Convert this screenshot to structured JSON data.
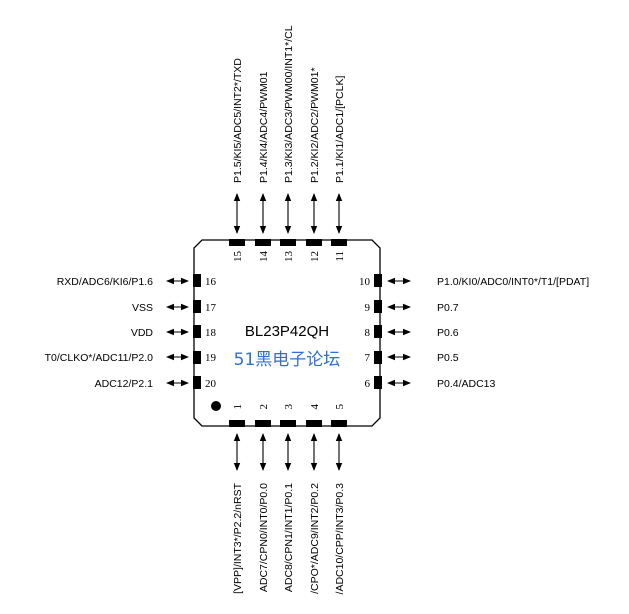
{
  "chip": {
    "name": "BL23P42QH",
    "watermark": "51黑电子论坛"
  },
  "pins_left": [
    {
      "number": "16",
      "label": "RXD/ADC6/KI6/P1.6"
    },
    {
      "number": "17",
      "label": "VSS"
    },
    {
      "number": "18",
      "label": "VDD"
    },
    {
      "number": "19",
      "label": "T0/CLKO*/ADC11/P2.0"
    },
    {
      "number": "20",
      "label": "ADC12/P2.1"
    }
  ],
  "pins_right": [
    {
      "number": "10",
      "label": "P1.0/KI0/ADC0/INT0*/T1/[PDAT]"
    },
    {
      "number": "9",
      "label": "P0.7"
    },
    {
      "number": "8",
      "label": "P0.6"
    },
    {
      "number": "7",
      "label": "P0.5"
    },
    {
      "number": "6",
      "label": "P0.4/ADC13"
    }
  ],
  "pins_top": [
    {
      "number": "15",
      "label": "P1.5/KI5/ADC5/INT2*/TXD"
    },
    {
      "number": "14",
      "label": "P1.4/KI4/ADC4/PWM01"
    },
    {
      "number": "13",
      "label": "P1.3/KI3/ADC3/PWM00/INT1*/CL"
    },
    {
      "number": "12",
      "label": "P1.2/KI2/ADC2/PWM01*"
    },
    {
      "number": "11",
      "label": "P1.1/KI1/ADC1/[PCLK]"
    }
  ],
  "pins_bottom": [
    {
      "number": "1",
      "label": "[VPP]/INT3*/P2.2/nRST"
    },
    {
      "number": "2",
      "label": "ADC7/CPN0/INT0/P0.0"
    },
    {
      "number": "3",
      "label": "ADC8/CPN1/INT1/P0.1"
    },
    {
      "number": "4",
      "label": "/CPO*/ADC9/INT2/P0.2"
    },
    {
      "number": "5",
      "label": "/ADC10/CPP/INT3/P0.3"
    }
  ]
}
